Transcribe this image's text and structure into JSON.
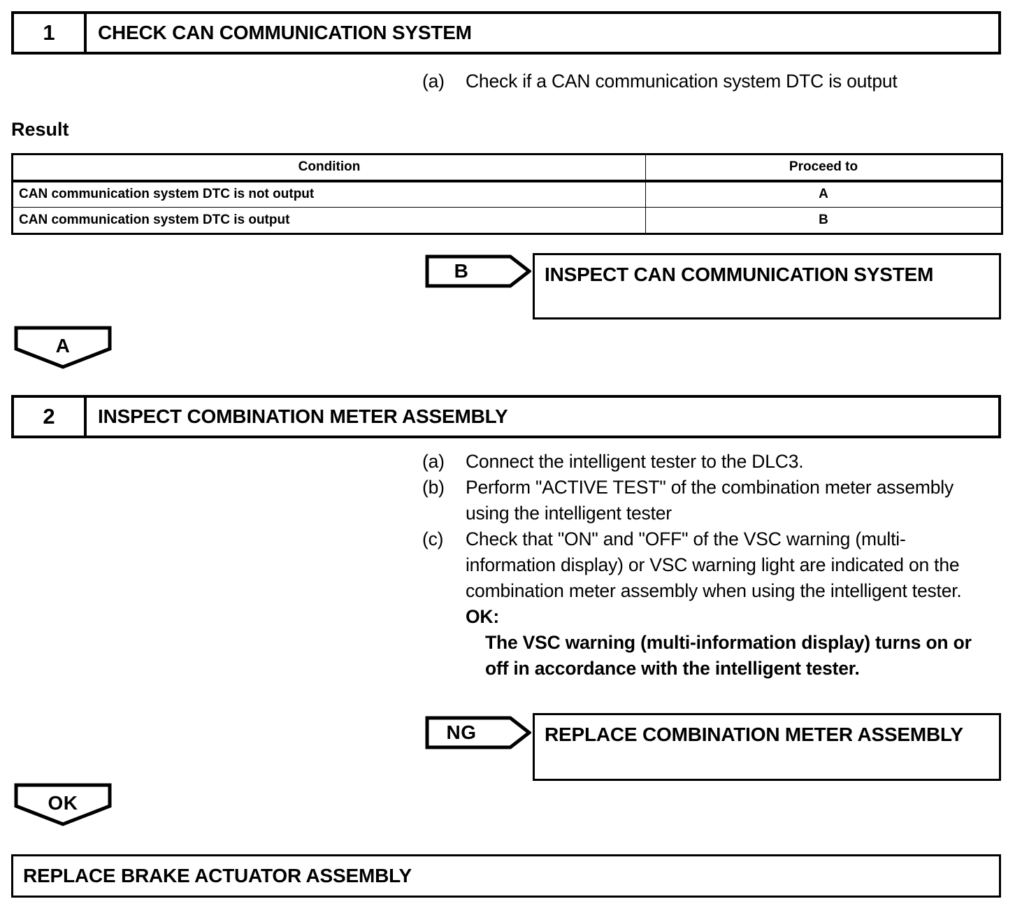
{
  "document": {
    "type": "diagnostic-flowchart",
    "result_label": "Result"
  },
  "step1": {
    "number": "1",
    "title": "CHECK CAN COMMUNICATION SYSTEM",
    "instructions": [
      {
        "marker": "(a)",
        "text": "Check if a CAN communication system DTC is output"
      }
    ]
  },
  "result_table": {
    "headers": [
      "Condition",
      "Proceed to"
    ],
    "rows": [
      [
        "CAN communication system DTC is not output",
        "A"
      ],
      [
        "CAN communication system DTC is output",
        "B"
      ]
    ]
  },
  "branch_b": {
    "tag": "B",
    "target": "INSPECT CAN COMMUNICATION SYSTEM"
  },
  "continue_a": {
    "tag": "A"
  },
  "step2": {
    "number": "2",
    "title": "INSPECT COMBINATION METER ASSEMBLY",
    "instructions": [
      {
        "marker": "(a)",
        "text": "Connect the intelligent tester to the DLC3."
      },
      {
        "marker": "(b)",
        "text": "Perform \"ACTIVE TEST\" of the combination meter assembly using the intelligent tester"
      },
      {
        "marker": "(c)",
        "text": "Check that \"ON\" and \"OFF\" of the VSC warning (multi-information display) or VSC warning light are indicated on the combination meter assembly when using the intelligent tester."
      }
    ],
    "ok_label": "OK:",
    "ok_text": "The VSC warning (multi-information display) turns on or off in accordance with the intelligent tester."
  },
  "branch_ng": {
    "tag": "NG",
    "target": "REPLACE COMBINATION METER ASSEMBLY"
  },
  "continue_ok": {
    "tag": "OK"
  },
  "final": {
    "text": "REPLACE BRAKE ACTUATOR ASSEMBLY"
  },
  "colors": {
    "ink": "#000000",
    "paper": "#ffffff"
  }
}
